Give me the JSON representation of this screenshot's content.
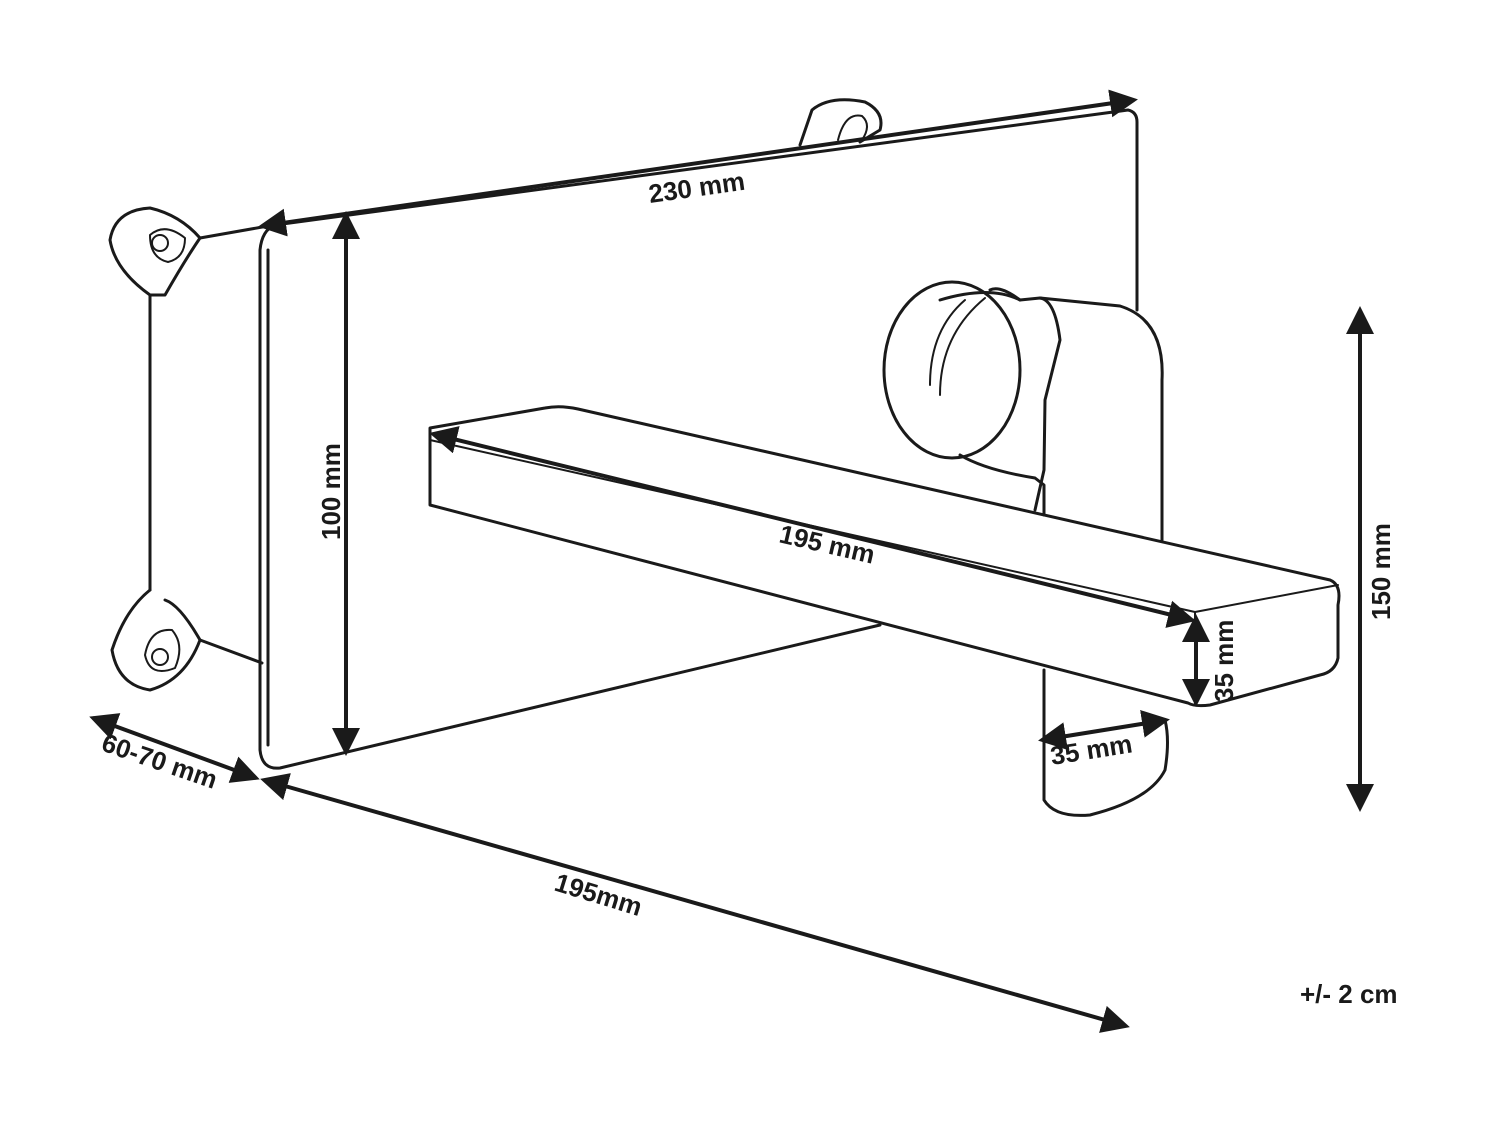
{
  "dimensions": {
    "panel_width": "230 mm",
    "panel_height": "100 mm",
    "spout_length": "195 mm",
    "spout_height": "35 mm",
    "handle_width": "35 mm",
    "total_height": "150 mm",
    "box_depth": "60-70 mm",
    "projection": "195mm"
  },
  "tolerance": "+/- 2 cm"
}
